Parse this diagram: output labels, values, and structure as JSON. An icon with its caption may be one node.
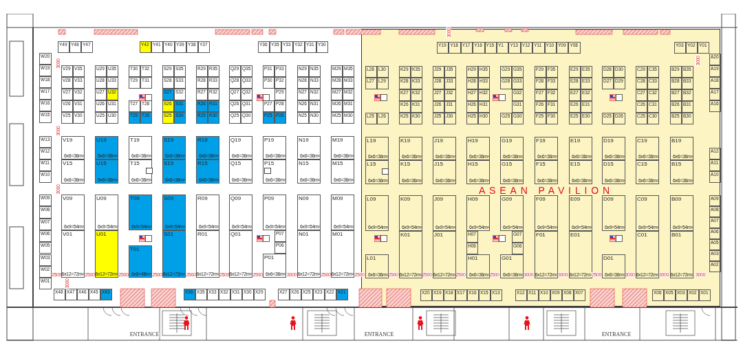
{
  "diagram": {
    "nodes": [
      {
        "text": [
          "ASEAN PAVILION"
        ]
      },
      {
        "text": [
          "Y49"
        ]
      },
      {
        "text": [
          "Y48"
        ]
      },
      {
        "text": [
          "Y47"
        ]
      },
      {
        "text": [
          "Y42"
        ]
      },
      {
        "text": [
          "Y41"
        ]
      },
      {
        "text": [
          "Y40"
        ]
      },
      {
        "text": [
          "Y39"
        ]
      },
      {
        "text": [
          "Y38"
        ]
      },
      {
        "text": [
          "Y37"
        ]
      },
      {
        "text": [
          "Y36"
        ]
      },
      {
        "text": [
          "Y35"
        ]
      },
      {
        "text": [
          "Y33"
        ]
      },
      {
        "text": [
          "Y32"
        ]
      },
      {
        "text": [
          "Y31"
        ]
      },
      {
        "text": [
          "Y30"
        ]
      },
      {
        "text": [
          "Y19"
        ],
        "in": 0
      },
      {
        "text": [
          "Y18"
        ],
        "in": 0
      },
      {
        "text": [
          "Y17"
        ],
        "in": 0
      },
      {
        "text": [
          "Y16"
        ],
        "in": 0
      },
      {
        "text": [
          "Y15"
        ],
        "in": 0
      },
      {
        "text": [
          "Y1"
        ],
        "in": 0
      },
      {
        "text": [
          "Y13"
        ],
        "in": 0
      },
      {
        "text": [
          "Y12"
        ],
        "in": 0
      },
      {
        "text": [
          "Y11"
        ],
        "in": 0
      },
      {
        "text": [
          "Y10"
        ],
        "in": 0
      },
      {
        "text": [
          "Y09"
        ],
        "in": 0
      },
      {
        "text": [
          "Y08"
        ],
        "in": 0
      },
      {
        "text": [
          "Y03"
        ],
        "in": 0
      },
      {
        "text": [
          "Y02"
        ],
        "in": 0
      },
      {
        "text": [
          "Y01"
        ],
        "in": 0
      },
      {
        "text": [
          "W20"
        ]
      },
      {
        "text": [
          "W19"
        ]
      },
      {
        "text": [
          "W18"
        ]
      },
      {
        "text": [
          "W17"
        ]
      },
      {
        "text": [
          "W16"
        ]
      },
      {
        "text": [
          "W15"
        ]
      },
      {
        "text": [
          "W13"
        ]
      },
      {
        "text": [
          "W12"
        ]
      },
      {
        "text": [
          "W11"
        ]
      },
      {
        "text": [
          "W10"
        ]
      },
      {
        "text": [
          "W09"
        ]
      },
      {
        "text": [
          "W08"
        ]
      },
      {
        "text": [
          "W07"
        ]
      },
      {
        "text": [
          "W06"
        ]
      },
      {
        "text": [
          "W05"
        ]
      },
      {
        "text": [
          "W03"
        ]
      },
      {
        "text": [
          "W02"
        ]
      },
      {
        "text": [
          "W01"
        ]
      },
      {
        "text": [
          "V29"
        ]
      },
      {
        "text": [
          "V35"
        ]
      },
      {
        "text": [
          "V28"
        ]
      },
      {
        "text": [
          "V33"
        ]
      },
      {
        "text": [
          "V27"
        ]
      },
      {
        "text": [
          "V32"
        ]
      },
      {
        "text": [
          "V26"
        ]
      },
      {
        "text": [
          "V31"
        ]
      },
      {
        "text": [
          "V25"
        ]
      },
      {
        "text": [
          "V30"
        ]
      },
      {
        "text": [
          "U29"
        ]
      },
      {
        "text": [
          "U35"
        ]
      },
      {
        "text": [
          "U28"
        ]
      },
      {
        "text": [
          "U33"
        ]
      },
      {
        "text": [
          "U27"
        ]
      },
      {
        "text": [
          "U32"
        ]
      },
      {
        "text": [
          "U26"
        ]
      },
      {
        "text": [
          "U31"
        ]
      },
      {
        "text": [
          "U25"
        ]
      },
      {
        "text": [
          "U30"
        ]
      },
      {
        "text": [
          "T30"
        ]
      },
      {
        "text": [
          "T32"
        ]
      },
      {
        "text": [
          "T29"
        ]
      },
      {
        "text": [
          "T31"
        ]
      },
      {
        "text": [
          "T27"
        ]
      },
      {
        "text": [
          "T28"
        ]
      },
      {
        "text": [
          "T25"
        ]
      },
      {
        "text": [
          "T26"
        ]
      },
      {
        "text": [
          "S29"
        ]
      },
      {
        "text": [
          "S35"
        ]
      },
      {
        "text": [
          "S28"
        ]
      },
      {
        "text": [
          "S33"
        ]
      },
      {
        "text": [
          "S27"
        ]
      },
      {
        "text": [
          "S32"
        ]
      },
      {
        "text": [
          "S26"
        ]
      },
      {
        "text": [
          "S31"
        ]
      },
      {
        "text": [
          "S25"
        ]
      },
      {
        "text": [
          "S30"
        ]
      },
      {
        "text": [
          "R29"
        ]
      },
      {
        "text": [
          "R35"
        ]
      },
      {
        "text": [
          "R28"
        ]
      },
      {
        "text": [
          "R33"
        ]
      },
      {
        "text": [
          "R27"
        ]
      },
      {
        "text": [
          "R32"
        ]
      },
      {
        "text": [
          "R26"
        ]
      },
      {
        "text": [
          "R31"
        ]
      },
      {
        "text": [
          "R25"
        ]
      },
      {
        "text": [
          "R30"
        ]
      },
      {
        "text": [
          "Q29"
        ]
      },
      {
        "text": [
          "Q35"
        ]
      },
      {
        "text": [
          "Q28"
        ]
      },
      {
        "text": [
          "Q33"
        ]
      },
      {
        "text": [
          "Q27"
        ]
      },
      {
        "text": [
          "Q32"
        ]
      },
      {
        "text": [
          "Q26"
        ]
      },
      {
        "text": [
          "Q31"
        ]
      },
      {
        "text": [
          "Q25"
        ]
      },
      {
        "text": [
          "Q30"
        ]
      },
      {
        "text": [
          "P31"
        ]
      },
      {
        "text": [
          "P33"
        ]
      },
      {
        "text": [
          "P30"
        ]
      },
      {
        "text": [
          "P32"
        ]
      },
      {
        "text": [
          "P29"
        ]
      },
      {
        "text": [
          "P27"
        ]
      },
      {
        "text": [
          "P28"
        ]
      },
      {
        "text": [
          "P25"
        ]
      },
      {
        "text": [
          "P26"
        ]
      },
      {
        "text": [
          "N29"
        ]
      },
      {
        "text": [
          "N35"
        ]
      },
      {
        "text": [
          "N28"
        ]
      },
      {
        "text": [
          "N33"
        ]
      },
      {
        "text": [
          "N27"
        ]
      },
      {
        "text": [
          "N32"
        ]
      },
      {
        "text": [
          "N26"
        ]
      },
      {
        "text": [
          "N31"
        ]
      },
      {
        "text": [
          "N25"
        ]
      },
      {
        "text": [
          "N30"
        ]
      },
      {
        "text": [
          "M29"
        ]
      },
      {
        "text": [
          "M35"
        ]
      },
      {
        "text": [
          "M28"
        ]
      },
      {
        "text": [
          "M33"
        ]
      },
      {
        "text": [
          "M27"
        ]
      },
      {
        "text": [
          "M32"
        ]
      },
      {
        "text": [
          "M26"
        ]
      },
      {
        "text": [
          "M31"
        ]
      },
      {
        "text": [
          "M25"
        ]
      },
      {
        "text": [
          "M30"
        ]
      },
      {
        "text": [
          "L28"
        ],
        "in": 0
      },
      {
        "text": [
          "L30"
        ],
        "in": 0
      },
      {
        "text": [
          "L27"
        ],
        "in": 0
      },
      {
        "text": [
          "L29"
        ],
        "in": 0
      },
      {
        "text": [
          "L25"
        ],
        "in": 0
      },
      {
        "text": [
          "L26"
        ],
        "in": 0
      },
      {
        "text": [
          "K29"
        ],
        "in": 0
      },
      {
        "text": [
          "K35"
        ],
        "in": 0
      },
      {
        "text": [
          "K28"
        ],
        "in": 0
      },
      {
        "text": [
          "K33"
        ],
        "in": 0
      },
      {
        "text": [
          "K27"
        ],
        "in": 0
      },
      {
        "text": [
          "K32"
        ],
        "in": 0
      },
      {
        "text": [
          "K26"
        ],
        "in": 0
      },
      {
        "text": [
          "K31"
        ],
        "in": 0
      },
      {
        "text": [
          "K25"
        ],
        "in": 0
      },
      {
        "text": [
          "K30"
        ],
        "in": 0
      },
      {
        "text": [
          "J29"
        ],
        "in": 0
      },
      {
        "text": [
          "J35"
        ],
        "in": 0
      },
      {
        "text": [
          "J28"
        ],
        "in": 0
      },
      {
        "text": [
          "J33"
        ],
        "in": 0
      },
      {
        "text": [
          "J27"
        ],
        "in": 0
      },
      {
        "text": [
          "J32"
        ],
        "in": 0
      },
      {
        "text": [
          "J26"
        ],
        "in": 0
      },
      {
        "text": [
          "J31"
        ],
        "in": 0
      },
      {
        "text": [
          "J25"
        ],
        "in": 0
      },
      {
        "text": [
          "J30"
        ],
        "in": 0
      },
      {
        "text": [
          "H29"
        ],
        "in": 0
      },
      {
        "text": [
          "H35"
        ],
        "in": 0
      },
      {
        "text": [
          "H28"
        ],
        "in": 0
      },
      {
        "text": [
          "H33"
        ],
        "in": 0
      },
      {
        "text": [
          "H27"
        ],
        "in": 0
      },
      {
        "text": [
          "H32"
        ],
        "in": 0
      },
      {
        "text": [
          "H26"
        ],
        "in": 0
      },
      {
        "text": [
          "H31"
        ],
        "in": 0
      },
      {
        "text": [
          "H25"
        ],
        "in": 0
      },
      {
        "text": [
          "H30"
        ],
        "in": 0
      },
      {
        "text": [
          "G29"
        ],
        "in": 0
      },
      {
        "text": [
          "G35"
        ],
        "in": 0
      },
      {
        "text": [
          "G28"
        ],
        "in": 0
      },
      {
        "text": [
          "G33"
        ],
        "in": 0
      },
      {
        "text": [
          "G32"
        ],
        "in": 0
      },
      {
        "text": [
          "G31"
        ],
        "in": 0
      },
      {
        "text": [
          "G25"
        ],
        "in": 0
      },
      {
        "text": [
          "G30"
        ],
        "in": 0
      },
      {
        "text": [
          "F29"
        ],
        "in": 0
      },
      {
        "text": [
          "F35"
        ],
        "in": 0
      },
      {
        "text": [
          "F28"
        ],
        "in": 0
      },
      {
        "text": [
          "F33"
        ],
        "in": 0
      },
      {
        "text": [
          "F27"
        ],
        "in": 0
      },
      {
        "text": [
          "F32"
        ],
        "in": 0
      },
      {
        "text": [
          "F26"
        ],
        "in": 0
      },
      {
        "text": [
          "F31"
        ],
        "in": 0
      },
      {
        "text": [
          "F25"
        ],
        "in": 0
      },
      {
        "text": [
          "F30"
        ],
        "in": 0
      },
      {
        "text": [
          "E29"
        ],
        "in": 0
      },
      {
        "text": [
          "E35"
        ],
        "in": 0
      },
      {
        "text": [
          "E28"
        ],
        "in": 0
      },
      {
        "text": [
          "E33"
        ],
        "in": 0
      },
      {
        "text": [
          "E27"
        ],
        "in": 0
      },
      {
        "text": [
          "E32"
        ],
        "in": 0
      },
      {
        "text": [
          "E26"
        ],
        "in": 0
      },
      {
        "text": [
          "E31"
        ],
        "in": 0
      },
      {
        "text": [
          "E25"
        ],
        "in": 0
      },
      {
        "text": [
          "E30"
        ],
        "in": 0
      },
      {
        "text": [
          "D28"
        ],
        "in": 0
      },
      {
        "text": [
          "D30"
        ],
        "in": 0
      },
      {
        "text": [
          "D27"
        ],
        "in": 0
      },
      {
        "text": [
          "D29"
        ],
        "in": 0
      },
      {
        "text": [
          "D25"
        ],
        "in": 0
      },
      {
        "text": [
          "D26"
        ],
        "in": 0
      },
      {
        "text": [
          "C29"
        ],
        "in": 0
      },
      {
        "text": [
          "C35"
        ],
        "in": 0
      },
      {
        "text": [
          "C28"
        ],
        "in": 0
      },
      {
        "text": [
          "C33"
        ],
        "in": 0
      },
      {
        "text": [
          "C27"
        ],
        "in": 0
      },
      {
        "text": [
          "C32"
        ],
        "in": 0
      },
      {
        "text": [
          "C26"
        ],
        "in": 0
      },
      {
        "text": [
          "C31"
        ],
        "in": 0
      },
      {
        "text": [
          "C25"
        ],
        "in": 0
      },
      {
        "text": [
          "C30"
        ],
        "in": 0
      },
      {
        "text": [
          "B29"
        ],
        "in": 0
      },
      {
        "text": [
          "B35"
        ],
        "in": 0
      },
      {
        "text": [
          "B28"
        ],
        "in": 0
      },
      {
        "text": [
          "B33"
        ],
        "in": 0
      },
      {
        "text": [
          "B27"
        ],
        "in": 0
      },
      {
        "text": [
          "B32"
        ],
        "in": 0
      },
      {
        "text": [
          "B26"
        ],
        "in": 0
      },
      {
        "text": [
          "B31"
        ],
        "in": 0
      },
      {
        "text": [
          "B25"
        ],
        "in": 0
      },
      {
        "text": [
          "B30"
        ],
        "in": 0
      },
      {
        "text": [
          "A20"
        ],
        "in": 0
      },
      {
        "text": [
          "A19"
        ],
        "in": 0
      },
      {
        "text": [
          "A18"
        ],
        "in": 0
      },
      {
        "text": [
          "A17"
        ],
        "in": 0
      },
      {
        "text": [
          "A16"
        ],
        "in": 0
      },
      {
        "text": [
          "V19",
          "6x6=36m²"
        ]
      },
      {
        "text": [
          "V15",
          "6x6=36m²"
        ]
      },
      {
        "text": [
          "U19",
          "6x6=36m²"
        ]
      },
      {
        "text": [
          "U15",
          "6x6=36m²"
        ]
      },
      {
        "text": [
          "T19",
          "6x6=36m²"
        ]
      },
      {
        "text": [
          "T15",
          "6x6=36m²"
        ]
      },
      {
        "text": [
          "S19",
          "6x6=36m²"
        ]
      },
      {
        "text": [
          "S15",
          "6x6=36m²"
        ]
      },
      {
        "text": [
          "R19",
          "6x6=36m²"
        ]
      },
      {
        "text": [
          "R15",
          "6x6=36m²"
        ]
      },
      {
        "text": [
          "Q19",
          "6x6=36m²"
        ]
      },
      {
        "text": [
          "Q15",
          "6x6=36m²"
        ]
      },
      {
        "text": [
          "P19",
          "6x6=36m²"
        ]
      },
      {
        "text": [
          "P15",
          "6x6=36m²"
        ]
      },
      {
        "text": [
          "N19",
          "6x6=36m²"
        ]
      },
      {
        "text": [
          "N15",
          "6x6=36m²"
        ]
      },
      {
        "text": [
          "M19",
          "6x6=36m²"
        ]
      },
      {
        "text": [
          "M15",
          "6x6=36m²"
        ]
      },
      {
        "text": [
          "L19",
          "6x6=36m²"
        ],
        "in": 0
      },
      {
        "text": [
          "L15",
          "6x6=36m²"
        ],
        "in": 0
      },
      {
        "text": [
          "K19",
          "6x6=36m²"
        ],
        "in": 0
      },
      {
        "text": [
          "K15",
          "6x6=36m²"
        ],
        "in": 0
      },
      {
        "text": [
          "J19",
          "6x6=36m²"
        ],
        "in": 0
      },
      {
        "text": [
          "J15",
          "6x6=36m²"
        ],
        "in": 0
      },
      {
        "text": [
          "H19",
          "6x6=36m²"
        ],
        "in": 0
      },
      {
        "text": [
          "H15",
          "6x6=36m²"
        ],
        "in": 0
      },
      {
        "text": [
          "G19",
          "6x6=36m²"
        ],
        "in": 0
      },
      {
        "text": [
          "G15",
          "6x6=36m²"
        ],
        "in": 0
      },
      {
        "text": [
          "F19",
          "6x6=36m²"
        ],
        "in": 0
      },
      {
        "text": [
          "F15",
          "6x6=36m²"
        ],
        "in": 0
      },
      {
        "text": [
          "E19",
          "6x6=36m²"
        ],
        "in": 0
      },
      {
        "text": [
          "E15",
          "6x6=36m²"
        ],
        "in": 0
      },
      {
        "text": [
          "D19",
          "6x6=36m²"
        ],
        "in": 0
      },
      {
        "text": [
          "D15",
          "6x6=36m²"
        ],
        "in": 0
      },
      {
        "text": [
          "C19",
          "6x6=36m²"
        ],
        "in": 0
      },
      {
        "text": [
          "C15",
          "6x6=36m²"
        ],
        "in": 0
      },
      {
        "text": [
          "B19",
          "6x6=36m²"
        ],
        "in": 0
      },
      {
        "text": [
          "B15",
          "6x6=36m²"
        ],
        "in": 0
      },
      {
        "text": [
          "A12"
        ],
        "in": 0
      },
      {
        "text": [
          "A11"
        ],
        "in": 0
      },
      {
        "text": [
          "A10"
        ],
        "in": 0
      },
      {
        "text": [
          "V09",
          "6x9=54m²"
        ]
      },
      {
        "text": [
          "V01",
          "6x12=72m²"
        ]
      },
      {
        "text": [
          "U09",
          "6x9=54m²"
        ]
      },
      {
        "text": [
          "U01",
          "6x12=72m²"
        ]
      },
      {
        "text": [
          "T09",
          "6x9=54m²"
        ]
      },
      {
        "text": [
          "T01",
          "6x8=48m²"
        ]
      },
      {
        "text": [
          "S09",
          "6x9=54m²"
        ]
      },
      {
        "text": [
          "S01",
          "6x12=72m²"
        ]
      },
      {
        "text": [
          "R09",
          "6x9=54m²"
        ]
      },
      {
        "text": [
          "R01",
          "6x12=72m²"
        ]
      },
      {
        "text": [
          "Q09",
          "6x9=54m²"
        ]
      },
      {
        "text": [
          "Q01",
          "6x12=72m²"
        ]
      },
      {
        "text": [
          "P09",
          "6x9=54m²"
        ]
      },
      {
        "text": [
          "P07"
        ]
      },
      {
        "text": [
          "P06"
        ]
      },
      {
        "text": [
          "P01",
          "6x6=36m²"
        ]
      },
      {
        "text": [
          "N09",
          "6x9=54m²"
        ]
      },
      {
        "text": [
          "N01",
          "6x12=72m²"
        ]
      },
      {
        "text": [
          "M09",
          "6x9=54m²"
        ]
      },
      {
        "text": [
          "M01",
          "6x12=72m²"
        ]
      },
      {
        "text": [
          "L09",
          "6x9=54m²"
        ],
        "in": 0
      },
      {
        "text": [
          "L01",
          "6x6=36m²"
        ],
        "in": 0
      },
      {
        "text": [
          "K09",
          "6x9=54m²"
        ],
        "in": 0
      },
      {
        "text": [
          "K01",
          "6x12=72m²"
        ],
        "in": 0
      },
      {
        "text": [
          "J09",
          "6x9=54m²"
        ],
        "in": 0
      },
      {
        "text": [
          "J01",
          "6x12=72m²"
        ],
        "in": 0
      },
      {
        "text": [
          "H09",
          "6x9=54m²"
        ],
        "in": 0
      },
      {
        "text": [
          "H07"
        ],
        "in": 0
      },
      {
        "text": [
          "H06"
        ],
        "in": 0
      },
      {
        "text": [
          "H01",
          "6x6=36m²"
        ],
        "in": 0
      },
      {
        "text": [
          "G09",
          "6x9=54m²"
        ],
        "in": 0
      },
      {
        "text": [
          "G07"
        ],
        "in": 0
      },
      {
        "text": [
          "G06"
        ],
        "in": 0
      },
      {
        "text": [
          "G01",
          "6x6=36m²"
        ],
        "in": 0
      },
      {
        "text": [
          "F09",
          "6x9=54m²"
        ],
        "in": 0
      },
      {
        "text": [
          "F01",
          "6x12=72m²"
        ],
        "in": 0
      },
      {
        "text": [
          "E09",
          "6x9=54m²"
        ],
        "in": 0
      },
      {
        "text": [
          "E01",
          "6x12=72m²"
        ],
        "in": 0
      },
      {
        "text": [
          "D09",
          "6x9=54m²"
        ],
        "in": 0
      },
      {
        "text": [
          "D01",
          "6x6=36m²"
        ],
        "in": 0
      },
      {
        "text": [
          "C09",
          "6x9=54m²"
        ],
        "in": 0
      },
      {
        "text": [
          "C01",
          "6x12=72m²"
        ],
        "in": 0
      },
      {
        "text": [
          "B09",
          "6x9=54m²"
        ],
        "in": 0
      },
      {
        "text": [
          "B01",
          "6x12=72m²"
        ],
        "in": 0
      },
      {
        "text": [
          "A09"
        ],
        "in": 0
      },
      {
        "text": [
          "A08"
        ],
        "in": 0
      },
      {
        "text": [
          "A07"
        ],
        "in": 0
      },
      {
        "text": [
          "A06"
        ],
        "in": 0
      },
      {
        "text": [
          "A05"
        ],
        "in": 0
      },
      {
        "text": [
          "A03"
        ],
        "in": 0
      },
      {
        "text": [
          "A02"
        ],
        "in": 0
      },
      {
        "text": [
          "X48"
        ]
      },
      {
        "text": [
          "X47"
        ]
      },
      {
        "text": [
          "X46"
        ]
      },
      {
        "text": [
          "X45"
        ]
      },
      {
        "text": [
          "X43"
        ]
      },
      {
        "text": [
          "X36"
        ]
      },
      {
        "text": [
          "X35"
        ]
      },
      {
        "text": [
          "X33"
        ]
      },
      {
        "text": [
          "X32"
        ]
      },
      {
        "text": [
          "X31"
        ]
      },
      {
        "text": [
          "X30"
        ]
      },
      {
        "text": [
          "X29"
        ]
      },
      {
        "text": [
          "X27"
        ]
      },
      {
        "text": [
          "X26"
        ]
      },
      {
        "text": [
          "X25"
        ]
      },
      {
        "text": [
          "X23"
        ]
      },
      {
        "text": [
          "X22"
        ]
      },
      {
        "text": [
          "X21"
        ]
      },
      {
        "text": [
          "X20"
        ],
        "in": 0
      },
      {
        "text": [
          "X19"
        ],
        "in": 0
      },
      {
        "text": [
          "X18"
        ],
        "in": 0
      },
      {
        "text": [
          "X17"
        ],
        "in": 0
      },
      {
        "text": [
          "X16"
        ],
        "in": 0
      },
      {
        "text": [
          "X15"
        ],
        "in": 0
      },
      {
        "text": [
          "X13"
        ],
        "in": 0
      },
      {
        "text": [
          "X12"
        ],
        "in": 0
      },
      {
        "text": [
          "X11"
        ],
        "in": 0
      },
      {
        "text": [
          "X10"
        ],
        "in": 0
      },
      {
        "text": [
          "X09"
        ],
        "in": 0
      },
      {
        "text": [
          "X08"
        ],
        "in": 0
      },
      {
        "text": [
          "X07"
        ],
        "in": 0
      },
      {
        "text": [
          "X06"
        ],
        "in": 0
      },
      {
        "text": [
          "X05"
        ],
        "in": 0
      },
      {
        "text": [
          "X03"
        ],
        "in": 0
      },
      {
        "text": [
          "X02"
        ],
        "in": 0
      },
      {
        "text": [
          "X01"
        ],
        "in": 0
      }
    ],
    "labels": [
      "3000",
      "3000",
      "3000",
      "3000",
      "3000",
      "2500",
      "2500",
      "2500",
      "2500",
      "2500",
      "2500",
      "2500",
      "3000",
      "2500",
      "2500",
      "2500",
      "2500",
      "2500",
      "2500",
      "3000",
      "3000",
      "2500",
      "3000",
      "3000",
      "3000",
      "3000",
      "ENTRANCE",
      "ENTRANCE",
      "ENTRANCE"
    ]
  }
}
